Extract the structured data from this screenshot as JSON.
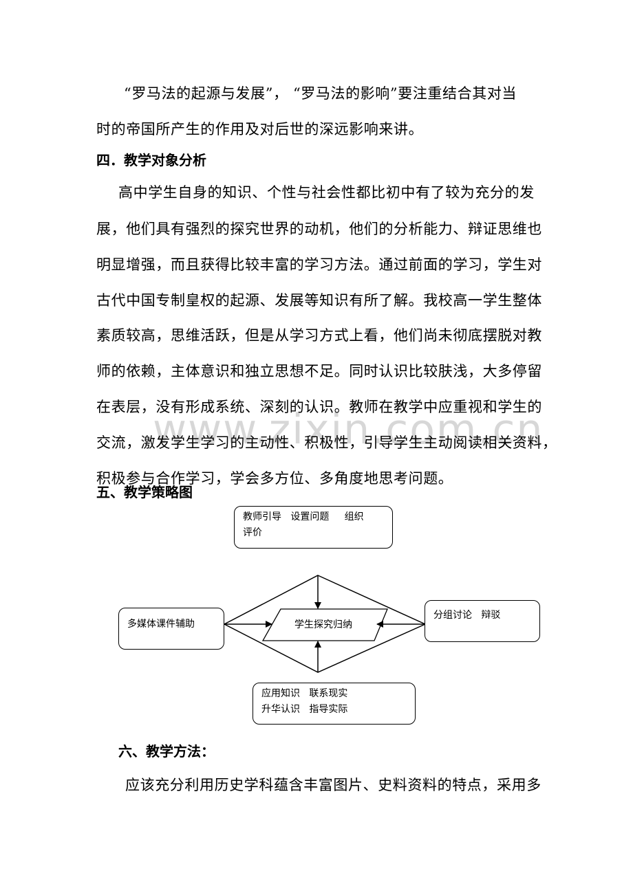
{
  "para_top": [
    "“罗马法的起源与发展”，  “罗马法的影响”要注重结合其对当",
    "时的帝国所产生的作用及对后世的深远影响来讲。"
  ],
  "section4": {
    "heading": "四．教学对象分析",
    "lines": [
      "高中学生自身的知识、个性与社会性都比初中有了较为充分的发",
      "展，他们具有强烈的探究世界的动机，他们的分析能力、辩证思维也",
      "明显增强，而且获得比较丰富的学习方法。通过前面的学习，学生对",
      "古代中国专制皇权的起源、发展等知识有所了解。我校高一学生整体",
      "素质较高，思维活跃，但是从学习方式上看，他们尚未彻底摆脱对教",
      "师的依赖，主体意识和独立思想不足。同时认识比较肤浅，大多停留",
      "在表层，没有形成系统、深刻的认识。教师在教学中应重视和学生的",
      "交流，激发学生学习的主动性、积极性，引导学生主动阅读相关资料，",
      "积极参与合作学习，学会多方位、多角度地思考问题。"
    ]
  },
  "watermark": "www.zixin.com.cn",
  "section5": {
    "heading": "五、教学策略图",
    "diagram": {
      "top_box": [
        "教师引导   设置问题     组织",
        "评价"
      ],
      "left_box": [
        "多媒体课件辅助"
      ],
      "right_box": [
        "分组讨论   辩驳"
      ],
      "bottom_box": [
        "应用知识   联系现实",
        "升华认识   指导实际"
      ],
      "center": "学生探究归纳"
    }
  },
  "section6": {
    "heading": "六、教学方法：",
    "lines": [
      "应该充分利用历史学科蕴含丰富图片、史料资料的特点，采用多"
    ]
  }
}
